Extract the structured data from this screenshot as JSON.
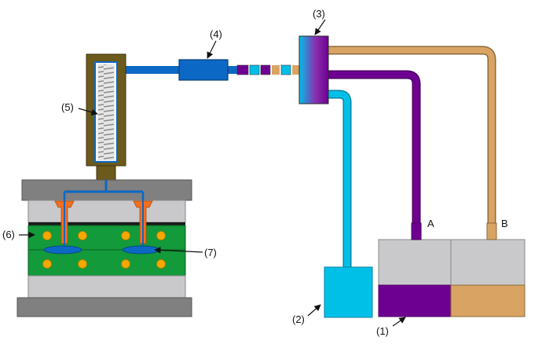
{
  "labels": {
    "supply_unit": "(1)",
    "cyan_tank": "(2)",
    "mixing_head": "(3)",
    "static_mixer": "(4)",
    "screw_barrel": "(5)",
    "mold_plate": "(6)",
    "cavity": "(7)",
    "port_a": "A",
    "port_b": "B"
  },
  "colors": {
    "cyan": "#00c0e8",
    "purple": "#6e0091",
    "tan": "#d9a363",
    "blue": "#0b68c4",
    "orange": "#f36f21",
    "green": "#139a3a",
    "yellow": "#f5a800",
    "grey": "#7a7a7a",
    "light_grey": "#c9c9cc",
    "barrel": "#6b5a1b"
  },
  "icons": {
    "arrow": "arrow-icon",
    "screw": "screw-icon"
  }
}
